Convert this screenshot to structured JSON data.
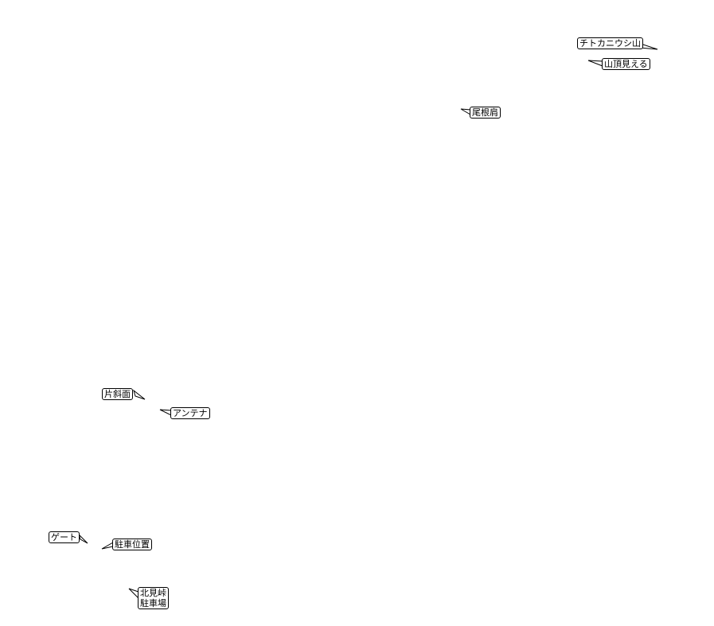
{
  "labels": {
    "chitokaniushi": "チトカニウシ山",
    "summit_view": "山頂見える",
    "ridge_shoulder": "尾根肩",
    "slope": "片斜面",
    "antenna": "アンテナ",
    "gate": "ゲート",
    "parking_position": "駐車位置",
    "kitami_pass_parking": "北見峠\n駐車場"
  },
  "colors": {
    "label_border": "#000000",
    "label_background": "#ffffff",
    "leader_line": "#000000"
  }
}
